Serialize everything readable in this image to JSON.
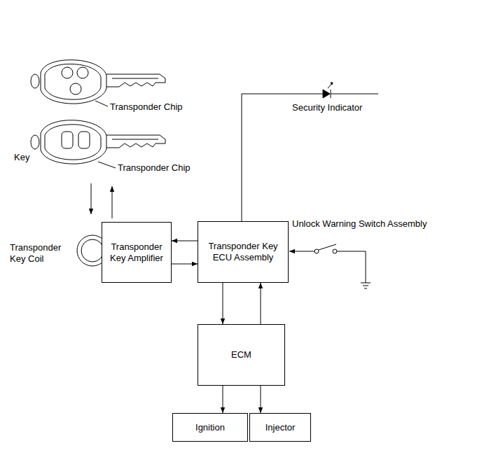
{
  "diagram": {
    "nodes": [
      {
        "text": [
          "Transponder Key Amplifier"
        ]
      },
      {
        "text": [
          "Transponder Key ECU Assembly"
        ]
      },
      {
        "text": [
          "ECM"
        ]
      },
      {
        "text": [
          "Ignition"
        ]
      },
      {
        "text": [
          "Injector"
        ]
      }
    ],
    "edges": [
      {
        "from": 1,
        "to": 0,
        "arrow": "to"
      },
      {
        "from": 0,
        "to": 1,
        "arrow": "to"
      },
      {
        "from": 1,
        "to": 2,
        "arrow": "to"
      },
      {
        "from": 2,
        "to": 1,
        "arrow": "to"
      },
      {
        "from": 2,
        "to": 3,
        "arrow": "to"
      },
      {
        "from": 2,
        "to": 4,
        "arrow": "to"
      }
    ],
    "labels": [
      "Transponder Chip",
      "Transponder Chip",
      "Key",
      "Transponder Key Coil",
      "Security Indicator",
      "Unlock Warning Switch Assembly"
    ]
  }
}
